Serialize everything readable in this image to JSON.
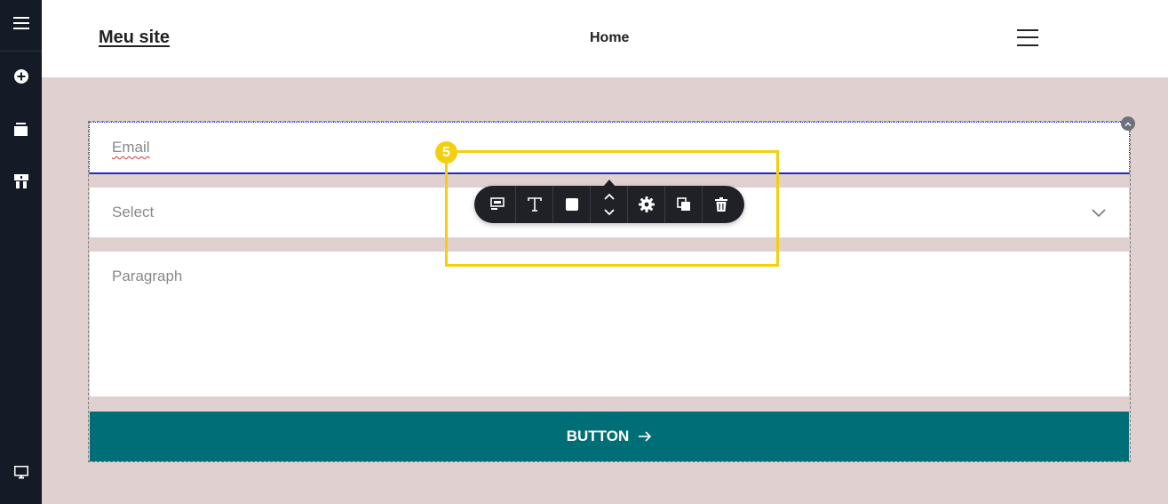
{
  "header": {
    "site_title": "Meu site",
    "nav_home": "Home"
  },
  "form": {
    "email_placeholder": "Email",
    "select_placeholder": "Select",
    "paragraph_placeholder": "Paragraph",
    "button_label": "BUTTON"
  },
  "annotation": {
    "badge_number": "5",
    "color": "#f3cf10"
  },
  "toolbar": {
    "icons": [
      "layout-icon",
      "text-icon",
      "background-icon",
      "move-up-down-icon",
      "settings-icon",
      "duplicate-icon",
      "delete-icon"
    ]
  },
  "sidebar": {
    "icons": [
      "menu-icon",
      "add-icon",
      "pages-icon",
      "layers-icon",
      "desktop-preview-icon"
    ]
  },
  "colors": {
    "sidebar_bg": "#141a26",
    "page_bg": "#e0d1d0",
    "button_bg": "#006e77",
    "focus_border": "#1b2bb8"
  }
}
